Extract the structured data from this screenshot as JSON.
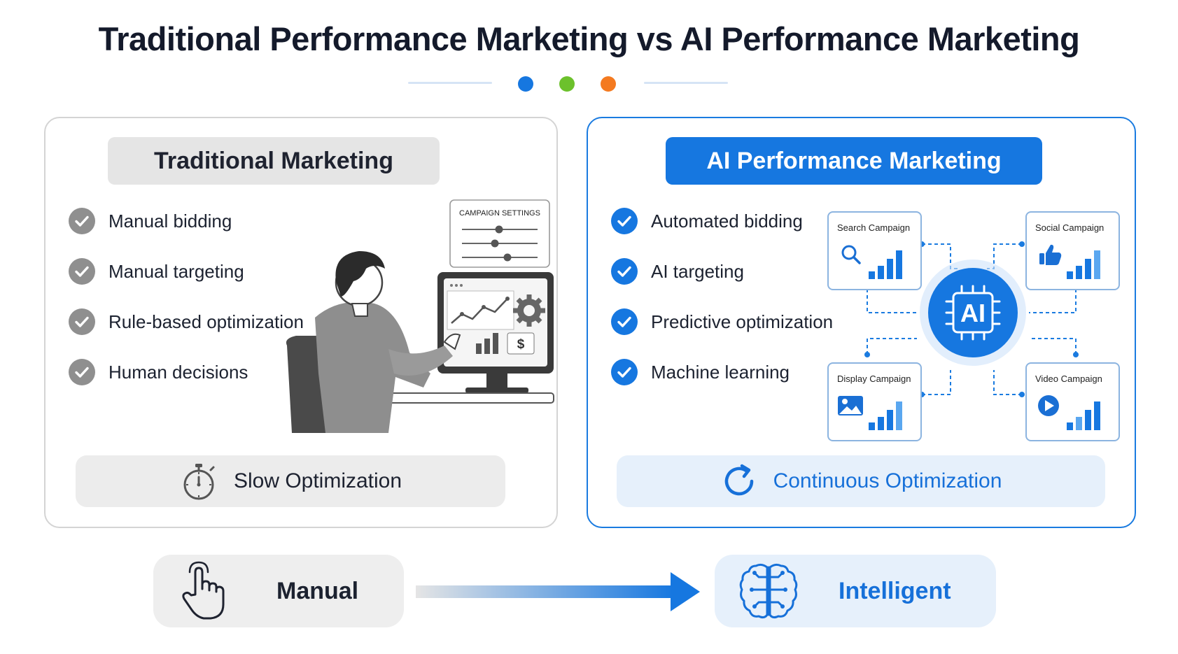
{
  "title": "Traditional Performance Marketing vs AI Performance Marketing",
  "colors": {
    "blue": "#1677e0",
    "green": "#6cc12c",
    "orange": "#f47a20",
    "grey": "#8f8f8f"
  },
  "traditional": {
    "heading": "Traditional Marketing",
    "features": [
      "Manual bidding",
      "Manual targeting",
      "Rule-based optimization",
      "Human decisions"
    ],
    "settings_label": "CAMPAIGN SETTINGS",
    "dollar_symbol": "$",
    "footer": "Slow Optimization",
    "icons": [
      "check-icon",
      "stopwatch-icon",
      "person-at-computer-illustration"
    ]
  },
  "ai": {
    "heading": "AI Performance Marketing",
    "features": [
      "Automated bidding",
      "AI targeting",
      "Predictive optimization",
      "Machine learning"
    ],
    "hub_label": "AI",
    "campaigns": [
      "Search Campaign",
      "Social Campaign",
      "Display Campaign",
      "Video Campaign"
    ],
    "footer": "Continuous Optimization",
    "icons": [
      "check-icon",
      "refresh-icon",
      "ai-chip-icon",
      "search-icon",
      "thumbs-up-icon",
      "image-icon",
      "play-icon"
    ]
  },
  "bottom": {
    "manual_label": "Manual",
    "intelligent_label": "Intelligent",
    "icons": [
      "hand-pointer-icon",
      "brain-circuit-icon",
      "arrow-right-icon"
    ]
  }
}
